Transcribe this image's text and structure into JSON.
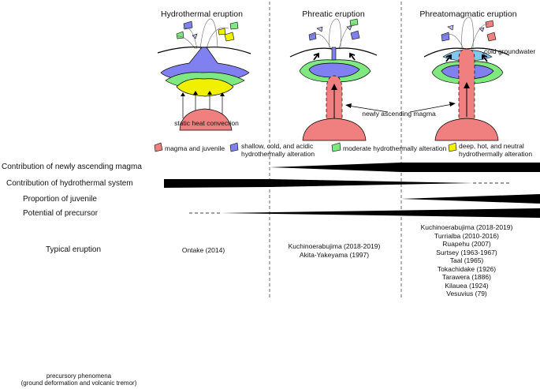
{
  "columns": {
    "hydrothermal": "Hydrothermal eruption",
    "phreatic": "Phreatic eruption",
    "phreatomagmatic": "Phreatomagmatic eruption"
  },
  "annotations": {
    "static_heat": "static heat convection",
    "newly_ascending": "newly ascending magma",
    "cold_groundwater": "cold groundwater"
  },
  "legend": {
    "magma": "magma and juvenile",
    "shallow_line1": "shallow, cold, and acidic",
    "shallow_line2": "hydrothermally alteration",
    "moderate": "moderate hydrothermally alteration",
    "deep_line1": "deep, hot, and neutral",
    "deep_line2": "hydrothermally alteration"
  },
  "rows": {
    "contribution_magma": "Contribution of newly ascending magma",
    "contribution_hydro": "Contribution of hydrothermal system",
    "proportion_juvenile": "Proportion of juvenile",
    "potential_precursor": "Potential of precursor",
    "typical": "Typical eruption"
  },
  "typical_eruptions": {
    "hydrothermal": [
      "Ontake (2014)"
    ],
    "phreatic": [
      "Kuchinoerabujima (2018-2019)",
      "Akita-Yakeyama (1997)"
    ],
    "phreatomagmatic": [
      "Kuchinoerabujima (2018-2019)",
      "Turrialba (2010-2016)",
      "Ruapehu (2007)",
      "Surtsey (1963-1967)",
      "Taal  (1965)",
      "Tokachidake (1926)",
      "Tarawera  (1886)",
      "Kilauea  (1924)",
      "Vesuvius  (79)"
    ]
  },
  "footnote": {
    "line1": "precursory phenomena",
    "line2": "(ground deformation and volcanic tremor)"
  },
  "colors": {
    "magma": "#f08080",
    "shallow": "#8080f0",
    "moderate": "#80e880",
    "deep": "#f0f000",
    "groundwater": "#80c8f0",
    "wedge": "#000000"
  },
  "icons": [
    "magma-icon",
    "shallow-icon",
    "moderate-icon",
    "deep-icon"
  ]
}
